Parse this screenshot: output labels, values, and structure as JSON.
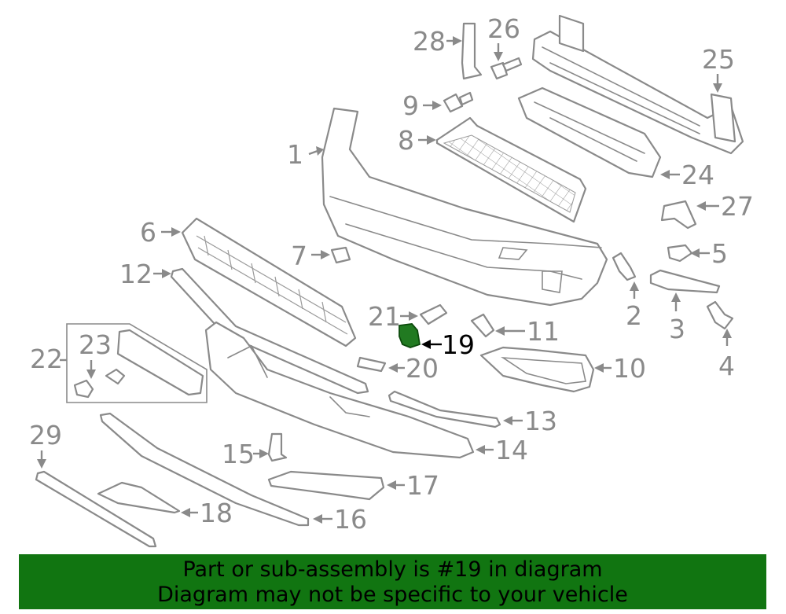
{
  "highlighted_part": "19",
  "colors": {
    "banner_background": "#117511",
    "highlight_part": "#217a21",
    "line_art": "#8a8a8a"
  },
  "callouts": [
    "1",
    "2",
    "3",
    "4",
    "5",
    "6",
    "7",
    "8",
    "9",
    "10",
    "11",
    "12",
    "13",
    "14",
    "15",
    "16",
    "17",
    "18",
    "19",
    "20",
    "21",
    "22",
    "23",
    "24",
    "25",
    "26",
    "27",
    "28",
    "29"
  ],
  "banner": {
    "line1": "Part or sub-assembly is #19 in diagram",
    "line2": "Diagram may not be specific to your vehicle"
  }
}
